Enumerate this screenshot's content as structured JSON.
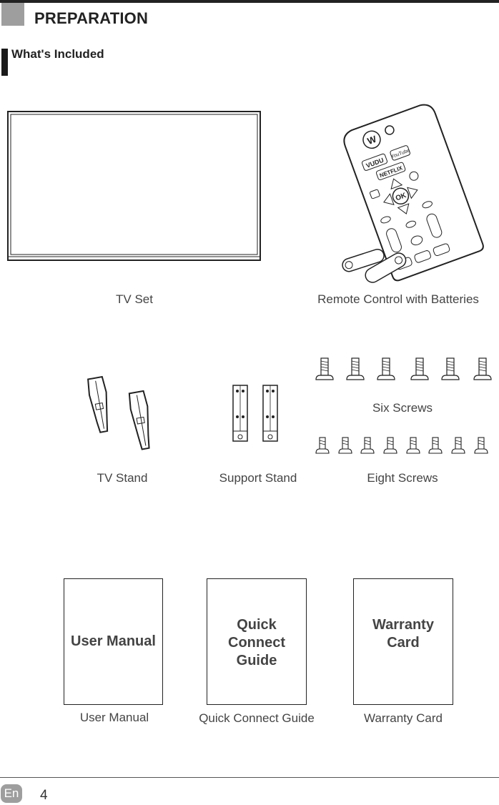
{
  "header": {
    "section_title": "PREPARATION",
    "subsection_title": "What's Included"
  },
  "remote": {
    "vudu": "VUDU",
    "youtube": "YouTube",
    "netflix": "NETFLIX",
    "ok": "OK",
    "logo": "W"
  },
  "items": {
    "tv_set": "TV Set",
    "remote": "Remote Control with Batteries",
    "tv_stand": "TV Stand",
    "support_stand": "Support Stand",
    "six_screws": "Six Screws",
    "eight_screws": "Eight Screws",
    "user_manual": "User Manual",
    "quick_connect": "Quick Connect Guide",
    "warranty": "Warranty Card"
  },
  "documents": {
    "user_manual": "User Manual",
    "quick_connect": "Quick\nConnect\nGuide",
    "warranty": "Warranty\nCard"
  },
  "footer": {
    "lang": "En",
    "page": "4"
  }
}
